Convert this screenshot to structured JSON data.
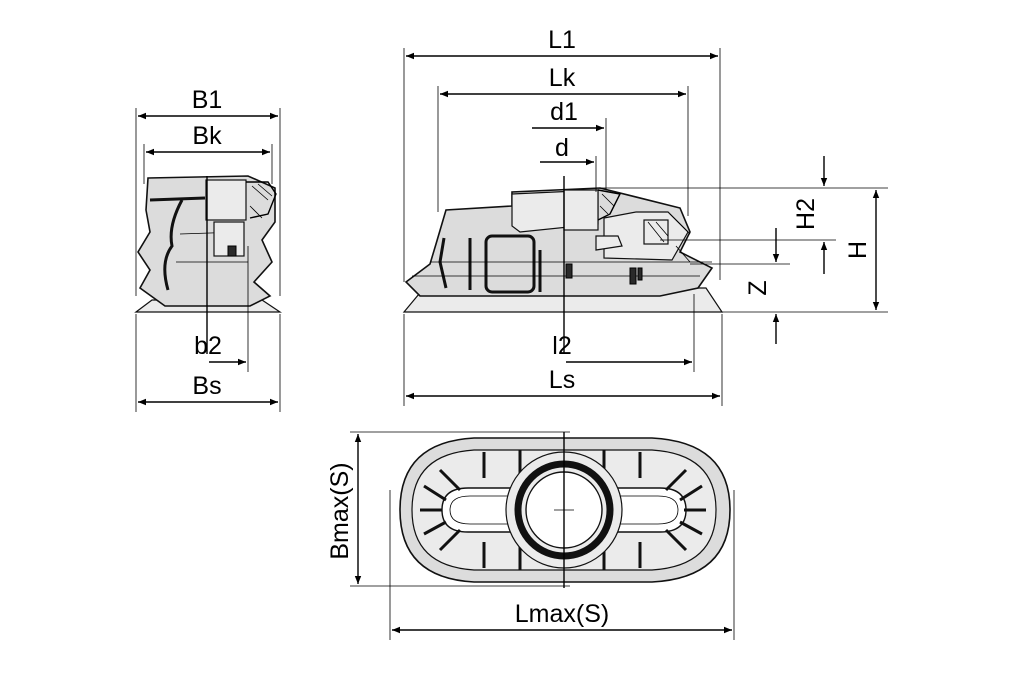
{
  "labels": {
    "L1": "L1",
    "Lk": "Lk",
    "d1": "d1",
    "d": "d",
    "H2": "H2",
    "H": "H",
    "Z": "Z",
    "l2": "l2",
    "Ls": "Ls",
    "B1": "B1",
    "Bk": "Bk",
    "b2": "b2",
    "Bs": "Bs",
    "Bmax": "Bmax(S)",
    "Lmax": "Lmax(S)"
  }
}
